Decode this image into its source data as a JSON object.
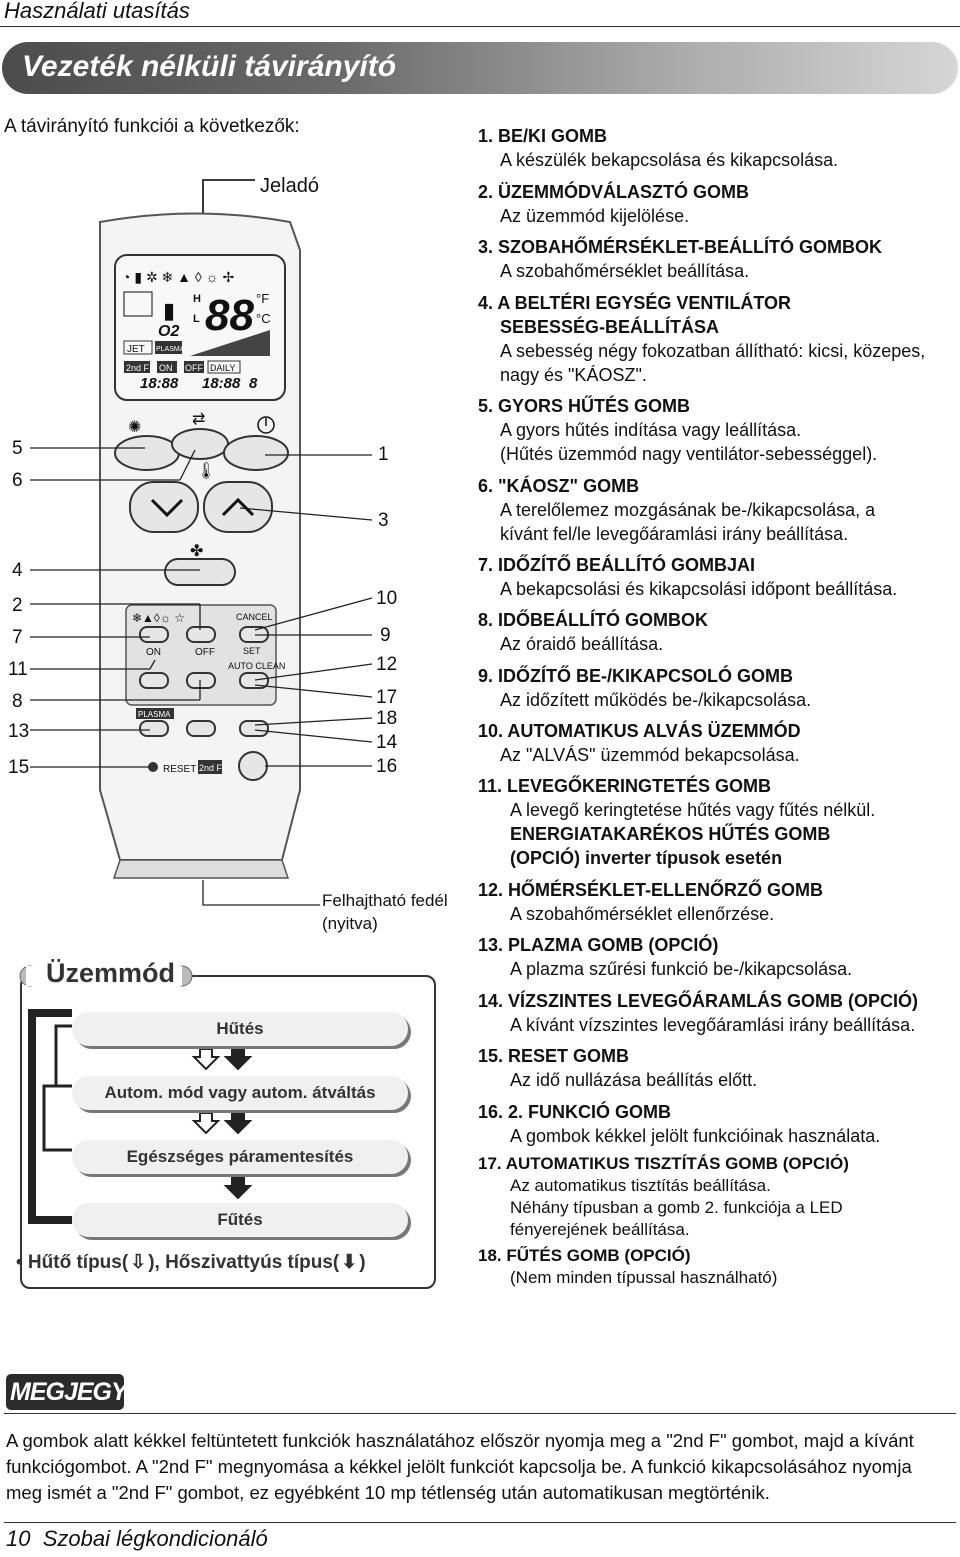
{
  "header": {
    "title": "Használati utasítás"
  },
  "banner": {
    "title": "Vezeték nélküli távirányító"
  },
  "intro": "A távirányító funkciói a következők:",
  "transmitter_label": "Jeladó",
  "cover_label_1": "Felhajtható fedél",
  "cover_label_2": "(nyitva)",
  "left_numbers": [
    "5",
    "6",
    "4",
    "2",
    "7",
    "11",
    "8",
    "13",
    "15"
  ],
  "right_numbers": [
    "1",
    "3",
    "10",
    "9",
    "12",
    "17",
    "18",
    "14",
    "16"
  ],
  "remote": {
    "display": {
      "big": "88",
      "timer1": "18:88",
      "timer2": "18:88",
      "hr": "8",
      "jet": "JET",
      "plasma": "PLASMA",
      "second_f": "2nd F",
      "on": "ON",
      "off": "OFF",
      "daily": "DAILY",
      "o2": "O2",
      "f_unit": "°F",
      "c_unit": "°C",
      "h": "H",
      "l": "L"
    },
    "cancel": "CANCEL",
    "on_label": "ON",
    "off_label": "OFF",
    "set": "SET",
    "auto_clean": "AUTO CLEAN",
    "plasma": "PLASMA",
    "reset": "RESET",
    "second_f": "2nd F"
  },
  "mode": {
    "title": "Üzemmód",
    "cooling": "Hűtés",
    "auto": "Autom. mód vagy autom. átváltás",
    "dehum": "Egészséges páramentesítés",
    "heating": "Fűtés",
    "footer_a": "• Hűtő típus(",
    "footer_b": "), Hőszivattyús típus(",
    "footer_c": ")"
  },
  "functions": [
    {
      "h": "1. BE/KI GOMB",
      "d": [
        "A készülék bekapcsolása és kikapcsolása."
      ]
    },
    {
      "h": "2. ÜZEMMÓDVÁLASZTÓ GOMB",
      "d": [
        "Az üzemmód kijelölése."
      ]
    },
    {
      "h": "3. SZOBAHŐMÉRSÉKLET-BEÁLLÍTÓ GOMBOK",
      "d": [
        "A szobahőmérséklet beállítása."
      ]
    },
    {
      "h": "4. A BELTÉRI EGYSÉG VENTILÁTOR",
      "h2": "SEBESSÉG-BEÁLLÍTÁSA",
      "d": [
        "A sebesség négy fokozatban állítható: kicsi, közepes,",
        "nagy és \"KÁOSZ\"."
      ]
    },
    {
      "h": "5. GYORS HŰTÉS  GOMB",
      "d": [
        "A gyors hűtés indítása vagy leállítása.",
        "(Hűtés üzemmód nagy ventilátor-sebességgel)."
      ]
    },
    {
      "h": "6.  \"KÁOSZ\" GOMB",
      "d": [
        "A terelőlemez mozgásának be-/kikapcsolása, a",
        "kívánt fel/le levegőáramlási irány beállítása."
      ]
    },
    {
      "h": "7. IDŐZÍTŐ BEÁLLÍTÓ GOMBJAI",
      "d": [
        "A bekapcsolási és kikapcsolási időpont beállítása."
      ]
    },
    {
      "h": "8. IDŐBEÁLLÍTÓ GOMBOK",
      "d": [
        "Az óraidő beállítása."
      ]
    },
    {
      "h": "9. IDŐZÍTŐ BE-/KIKAPCSOLÓ GOMB",
      "d": [
        "Az időzített működés be-/kikapcsolása."
      ]
    },
    {
      "h": "10. AUTOMATIKUS ALVÁS ÜZEMMÓD",
      "d": [
        "Az \"ALVÁS\" üzemmód bekapcsolása."
      ]
    },
    {
      "h": "11. LEVEGŐKERINGTETÉS GOMB",
      "d": [
        "A levegő keringtetése hűtés vagy fűtés nélkül."
      ],
      "e": [
        "ENERGIATAKARÉKOS HŰTÉS GOMB",
        "(OPCIÓ) inverter típusok esetén"
      ]
    },
    {
      "h": "12. HŐMÉRSÉKLET-ELLENŐRZŐ GOMB",
      "d": [
        "A szobahőmérséklet ellenőrzése."
      ]
    },
    {
      "h": "13. PLAZMA GOMB (OPCIÓ)",
      "d": [
        "A plazma szűrési funkció be-/kikapcsolása."
      ]
    },
    {
      "h": "14. VÍZSZINTES LEVEGŐÁRAMLÁS GOMB (OPCIÓ)",
      "d": [
        "A kívánt vízszintes levegőáramlási irány beállítása."
      ]
    },
    {
      "h": "15. RESET GOMB",
      "d": [
        "Az idő nullázása beállítás előtt."
      ]
    },
    {
      "h": "16. 2. FUNKCIÓ GOMB",
      "d": [
        "A gombok kékkel jelölt funkcióinak használata."
      ]
    },
    {
      "h": "17. AUTOMATIKUS TISZTÍTÁS GOMB (OPCIÓ)",
      "d": [
        "Az automatikus tisztítás beállítása.",
        "Néhány típusban a gomb 2. funkciója a LED",
        "fényerejének beállítása."
      ]
    },
    {
      "h": "18. FŰTÉS GOMB (OPCIÓ)",
      "d": [
        "(Nem minden típussal használható)"
      ]
    }
  ],
  "note": {
    "badge": "MEGJEGYZÉS",
    "text": "A gombok alatt kékkel feltüntetett funkciók használatához először nyomja meg a \"2nd F\" gombot, majd a kívánt funkciógombot. A \"2nd F\" megnyomása a kékkel jelölt funkciót kapcsolja be. A funkció kikapcsolásához nyomja meg ismét a \"2nd F\" gombot, ez egyébként 10 mp tétlenség után automatikusan megtörténik."
  },
  "footer": {
    "page": "10",
    "title": "Szobai légkondicionáló"
  }
}
